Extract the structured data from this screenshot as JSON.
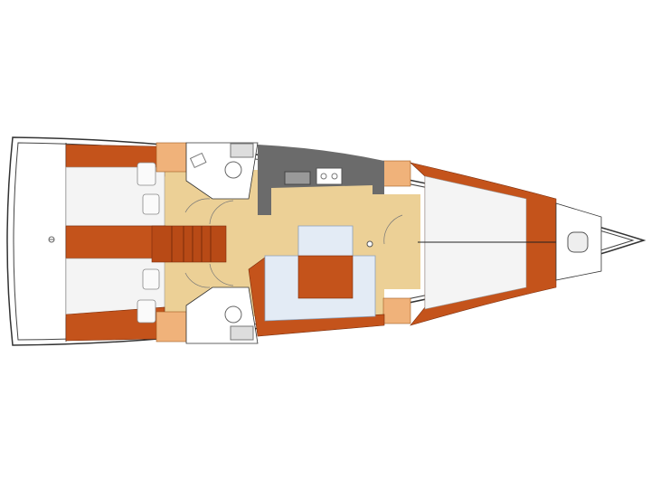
{
  "diagram": {
    "type": "boat-deck-plan",
    "colors": {
      "hull_outline": "#333333",
      "wood": "#c4531b",
      "wood_dark": "#9c3a10",
      "floor": "#ecd096",
      "wardrobe": "#f0b27a",
      "bed": "#f4f4f4",
      "galley": "#6b6b6b",
      "seat": "#e3ebf5"
    },
    "areas": [
      "aft-cabin-port",
      "aft-cabin-starboard",
      "head-port",
      "head-starboard",
      "companionway-stairs",
      "galley",
      "saloon",
      "forward-cabin",
      "anchor-locker"
    ]
  }
}
